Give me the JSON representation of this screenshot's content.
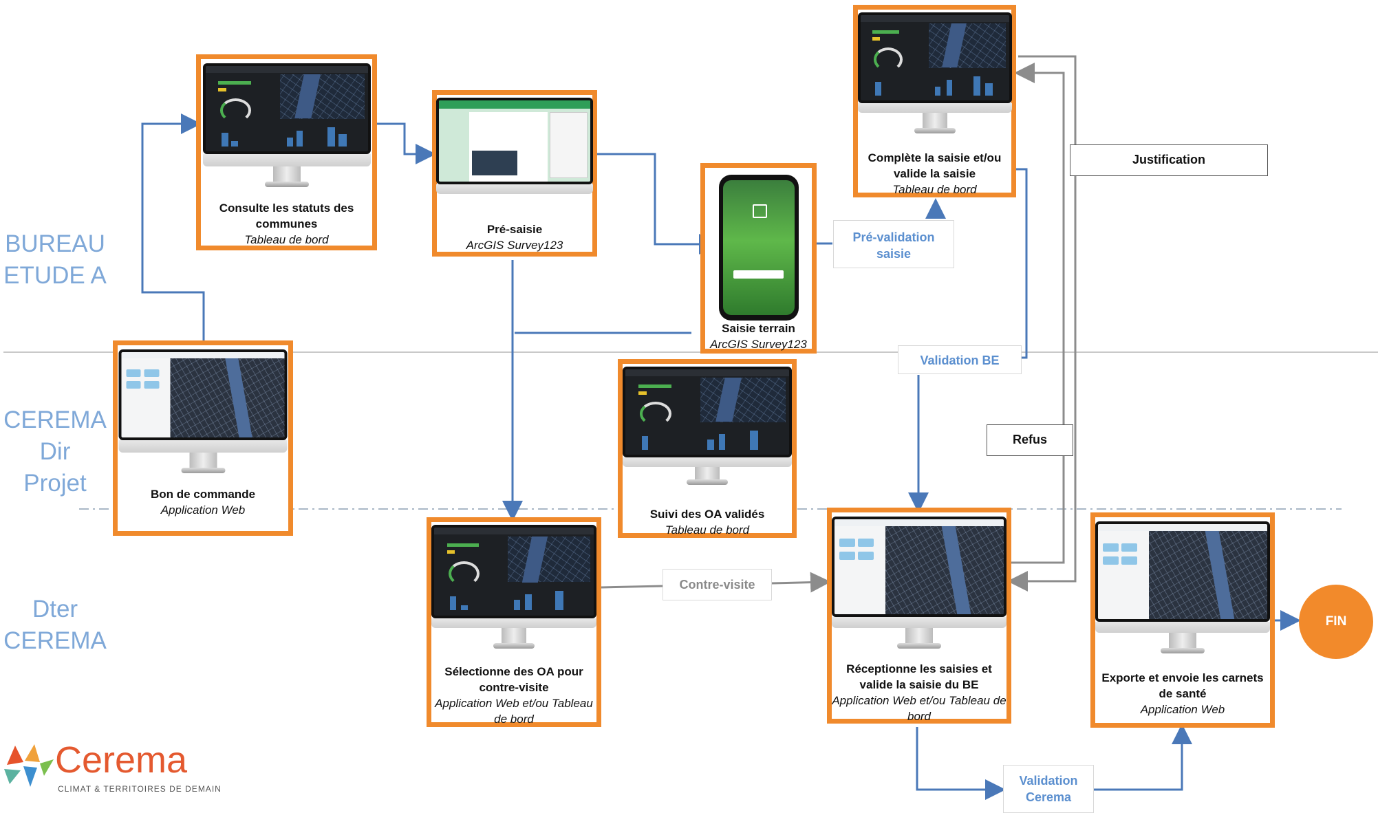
{
  "lanes": {
    "bureau": [
      "BUREAU",
      "ETUDE A"
    ],
    "cerema_dir": [
      "CEREMA",
      "Dir",
      "Projet"
    ],
    "dter": [
      "Dter",
      "CEREMA"
    ]
  },
  "nodes": {
    "consulte": {
      "title": "Consulte les statuts des communes",
      "sub": "Tableau de bord"
    },
    "presaisie": {
      "title": "Pré-saisie",
      "sub": "ArcGIS Survey123"
    },
    "saisie_terrain": {
      "title": "Saisie terrain",
      "sub": "ArcGIS Survey123"
    },
    "complete": {
      "title": "Complète la saisie et/ou valide la saisie",
      "sub": "Tableau de bord"
    },
    "bon_commande": {
      "title": "Bon de commande",
      "sub": "Application Web"
    },
    "suivi": {
      "title": "Suivi des OA validés",
      "sub": "Tableau de bord"
    },
    "selectionne": {
      "title": "Sélectionne des OA pour contre-visite",
      "sub": "Application Web et/ou Tableau de bord"
    },
    "receptionne": {
      "title": "Réceptionne les saisies et valide la saisie du BE",
      "sub": "Application Web et/ou Tableau de bord"
    },
    "exporte": {
      "title": "Exporte et envoie les carnets de santé",
      "sub": "Application Web"
    }
  },
  "labels": {
    "pre_validation": "Pré-validation saisie",
    "validation_be": "Validation BE",
    "justification": "Justification",
    "refus": "Refus",
    "contre_visite": "Contre-visite",
    "validation_cerema": "Validation Cerema"
  },
  "end": "FIN",
  "logo": {
    "name": "Cerema",
    "tagline": "CLIMAT & TERRITOIRES DE DEMAIN"
  },
  "colors": {
    "node_border": "#f08a2c",
    "flow_blue": "#4a78b8",
    "flow_grey": "#8c8c8c",
    "lane_text": "#7fa8d8",
    "fin": "#f28a2b"
  }
}
